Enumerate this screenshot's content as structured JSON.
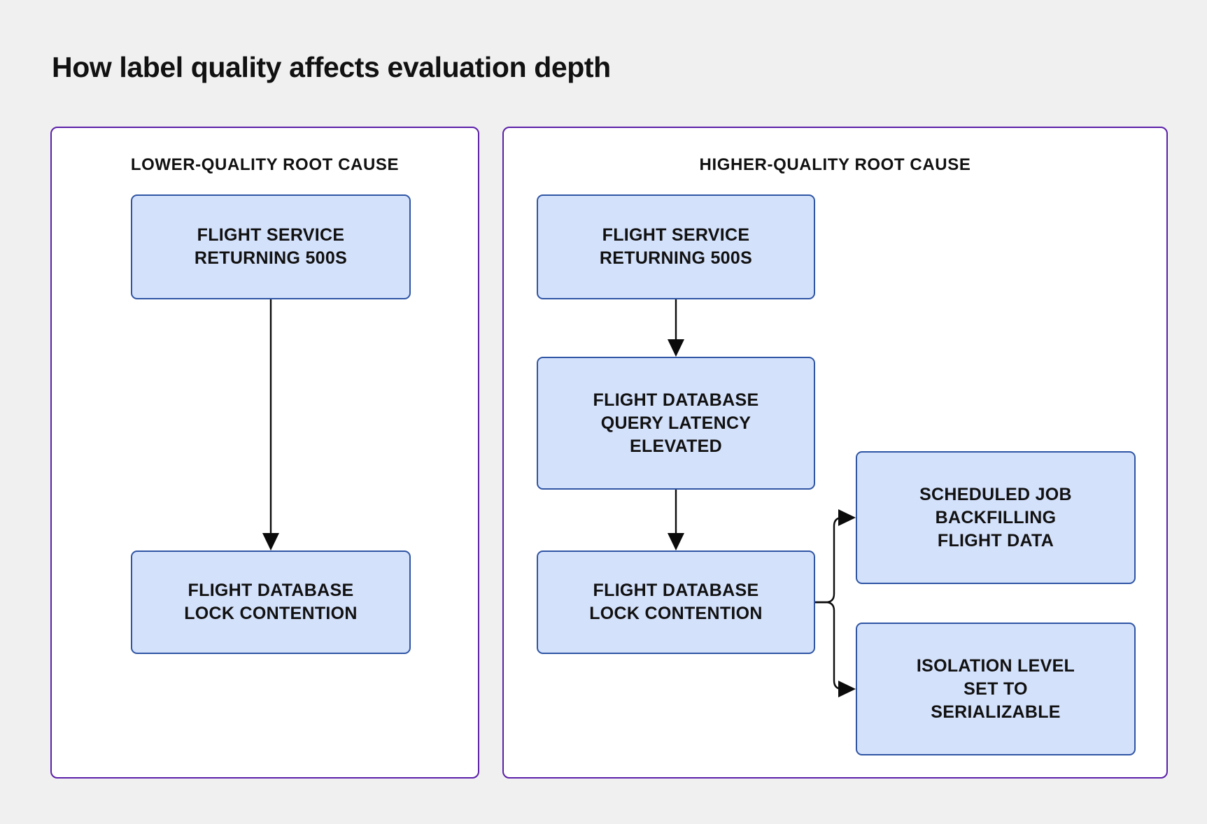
{
  "title": "How label quality affects evaluation depth",
  "colors": {
    "page_background": "#f0f0f0",
    "panel_background": "#ffffff",
    "panel_border": "#5b1fa8",
    "node_fill": "#d4e1fb",
    "node_border": "#2f55a4",
    "text": "#111111",
    "connector": "#0b0b0b"
  },
  "panels": [
    {
      "id": "lower-quality",
      "header": "LOWER-QUALITY ROOT CAUSE",
      "nodes": [
        {
          "id": "l1",
          "label": "FLIGHT SERVICE\nRETURNING 500S"
        },
        {
          "id": "l2",
          "label": "FLIGHT DATABASE\nLOCK CONTENTION"
        }
      ],
      "edges": [
        {
          "from": "l1",
          "to": "l2",
          "kind": "straight-down",
          "arrow": "triangle"
        }
      ]
    },
    {
      "id": "higher-quality",
      "header": "HIGHER-QUALITY ROOT CAUSE",
      "nodes": [
        {
          "id": "r1",
          "label": "FLIGHT SERVICE\nRETURNING 500S"
        },
        {
          "id": "r2",
          "label": "FLIGHT DATABASE\nQUERY LATENCY\nELEVATED"
        },
        {
          "id": "r3",
          "label": "FLIGHT DATABASE\nLOCK CONTENTION"
        },
        {
          "id": "r4",
          "label": "SCHEDULED JOB\nBACKFILLING\nFLIGHT DATA"
        },
        {
          "id": "r5",
          "label": "ISOLATION LEVEL\nSET TO\nSERIALIZABLE"
        }
      ],
      "edges": [
        {
          "from": "r1",
          "to": "r2",
          "kind": "straight-down",
          "arrow": "triangle"
        },
        {
          "from": "r2",
          "to": "r3",
          "kind": "straight-down",
          "arrow": "triangle"
        },
        {
          "from": "r3",
          "to": "r4",
          "kind": "branch-up-right",
          "arrow": "triangle"
        },
        {
          "from": "r3",
          "to": "r5",
          "kind": "branch-down-right",
          "arrow": "triangle"
        }
      ]
    }
  ]
}
